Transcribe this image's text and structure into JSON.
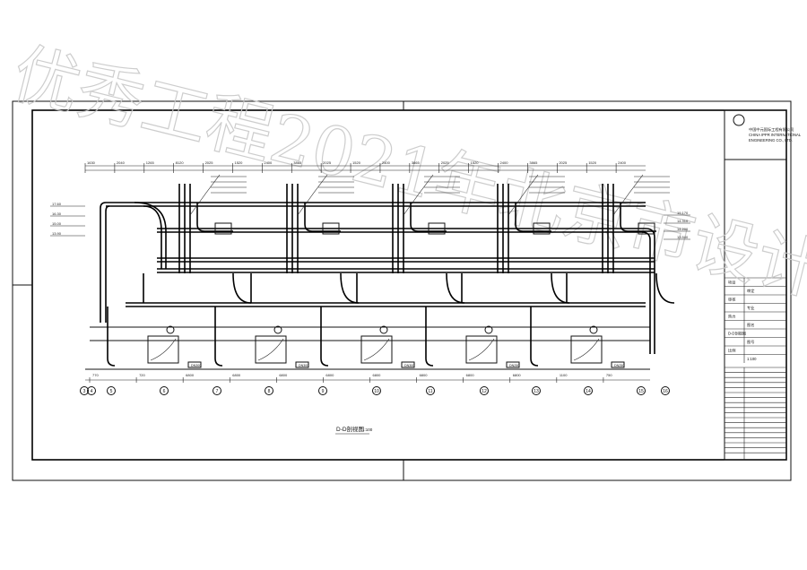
{
  "watermark": {
    "text": "优秀工程2021年北京市设计"
  },
  "drawing": {
    "section_title": "D-D剖视图",
    "scale": "1:100"
  },
  "elevations_right": [
    "19.170",
    "14.310",
    "14.200",
    "13.540"
  ],
  "elevations_left": [
    "17.60",
    "16.30",
    "15.00",
    "13.90"
  ],
  "axis_labels": [
    "3",
    "4",
    "5",
    "6",
    "7",
    "8",
    "9",
    "10",
    "11",
    "12",
    "13",
    "14",
    "15",
    "16"
  ],
  "top_dims": [
    "1630",
    "2040",
    "1265",
    "8120",
    "2025",
    "1520",
    "2400",
    "3865",
    "2025",
    "1520",
    "2400",
    "3865",
    "2025",
    "1520",
    "2400",
    "3865",
    "2025",
    "1520",
    "2400"
  ],
  "bottom_dims": [
    "770",
    "720",
    "6800",
    "6800",
    "6800",
    "6800",
    "6800",
    "6800",
    "6800",
    "6800",
    "1100",
    "750"
  ],
  "pipe_labels": [
    "DN300",
    "DN300",
    "DN300",
    "DN300",
    "DN300",
    "DN250",
    "DN250",
    "DN250",
    "DN250",
    "DN250"
  ],
  "title_block": {
    "company_cn": "中国中元国际工程有限公司",
    "company_en_1": "CHINA IPPR INTERNATIONAL",
    "company_en_2": "ENGINEERING CO., LTD.",
    "rows": [
      "项目",
      "审定",
      "审核",
      "专业",
      "热力",
      "图名",
      "D-D剖视图",
      "图号",
      "比例",
      "1:100"
    ]
  }
}
